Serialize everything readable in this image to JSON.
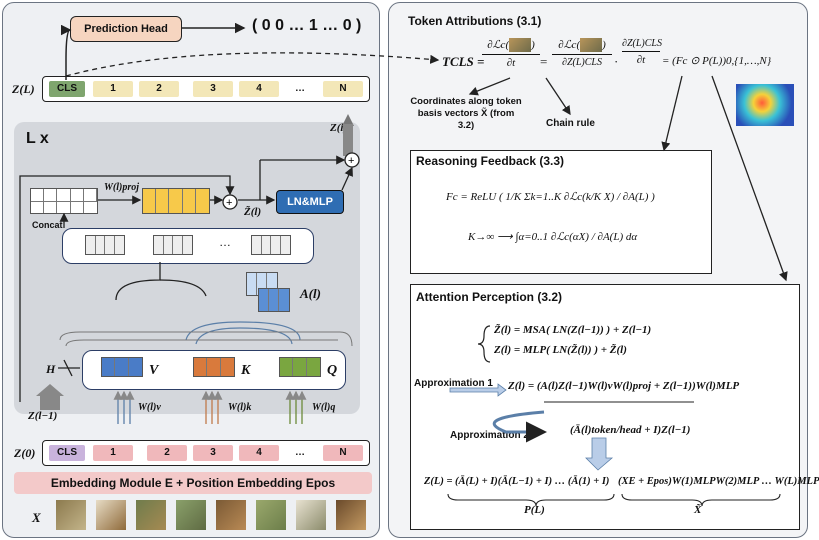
{
  "left": {
    "prediction_head": "Prediction Head",
    "prediction_output": "( 0 0 … 1 … 0 )",
    "z_L_label": "Z(L)",
    "top_tokens": [
      "CLS",
      "1",
      "2",
      "3",
      "4",
      "…",
      "N"
    ],
    "bottom_tokens": [
      "CLS",
      "1",
      "2",
      "3",
      "4",
      "…",
      "N"
    ],
    "z0_label": "Z(0)",
    "lx_label": "L x",
    "z_l_out": "Z(l)",
    "w_proj": "W(l)proj",
    "concat": "Concat",
    "ellipsis": "…",
    "z_tilde": "Z̃(l)",
    "ln_mlp": "LN&MLP",
    "attention_label": "A(l)",
    "h_label": "H",
    "v_label": "V",
    "k_label": "K",
    "q_label": "Q",
    "z_prev": "Z(l−1)",
    "w_v": "W(l)v",
    "w_k": "W(l)k",
    "w_q": "W(l)q",
    "embedding_module": "Embedding Module E + Position Embedding Epos",
    "x_label": "X",
    "plus": "+"
  },
  "right": {
    "title": "Token Attributions (3.1)",
    "tcls_eq_lhs": "TCLS =",
    "chain_mid": "=",
    "chain_dot": "·",
    "tcls_eq_rhs": "= (Fc ⊙ P(L))0,{1,…,N}",
    "frac1_num": "∂ℒc(",
    "frac1_den": "∂t",
    "frac2_num": "∂ℒc(",
    "frac2_den": "∂Z(L)CLS",
    "frac3_num": "∂Z(L)CLS",
    "frac3_den": "∂t",
    "coords_label": "Coordinates along token basis vectors X̃ (from 3.2)",
    "chain_rule": "Chain rule",
    "reasoning_title": "Reasoning Feedback (3.3)",
    "reasoning_eq1": "Fc = ReLU ( 1/K Σk=1..K ∂ℒc(k/K X) / ∂A(L) )",
    "reasoning_eq2": "K→∞ ⟶ ∫α=0..1 ∂ℒc(αX) / ∂A(L) dα",
    "attention_title": "Attention Perception (3.2)",
    "att_eq1": "Z̃(l) = MSA( LN(Z(l−1)) ) + Z(l−1)",
    "att_eq2": "Z(l) = MLP( LN(Z̃(l)) ) + Z̃(l)",
    "approx1_label": "Approximation 1",
    "approx1_eq": "Z(l) = (A(l)Z(l−1)W(l)vW(l)proj + Z(l−1))W(l)MLP",
    "approx2_label": "Approximation 2",
    "approx2_eq": "(Ā(l)token/head + I)Z(l−1)",
    "final_eq_lhs": "Z(L) = (Ā(L) + I)(Ā(L−1) + I) … (Ā(1) + I)",
    "final_eq_rhs": "(XE + Epos)W(1)MLPW(2)MLP … W(L)MLP",
    "p_label": "P(L)",
    "xtilde_label": "X̃"
  },
  "colors": {
    "panel_bg": "#eef0f3",
    "panel_border": "#6b7482",
    "prediction_head_fill": "#f6d5c0",
    "ln_mlp_fill": "#2f6db3",
    "cls_top_fill": "#7fa56e",
    "token_top_fill": "#f3e7b8",
    "cls_bottom_fill": "#c9b3dc",
    "token_bottom_fill": "#f0b8bb",
    "embedding_fill": "#f3c9c9",
    "v_fill": "#4a7cc7",
    "k_fill": "#d97a3c",
    "q_fill": "#7aa640",
    "wproj_fill": "#f7c94a"
  }
}
